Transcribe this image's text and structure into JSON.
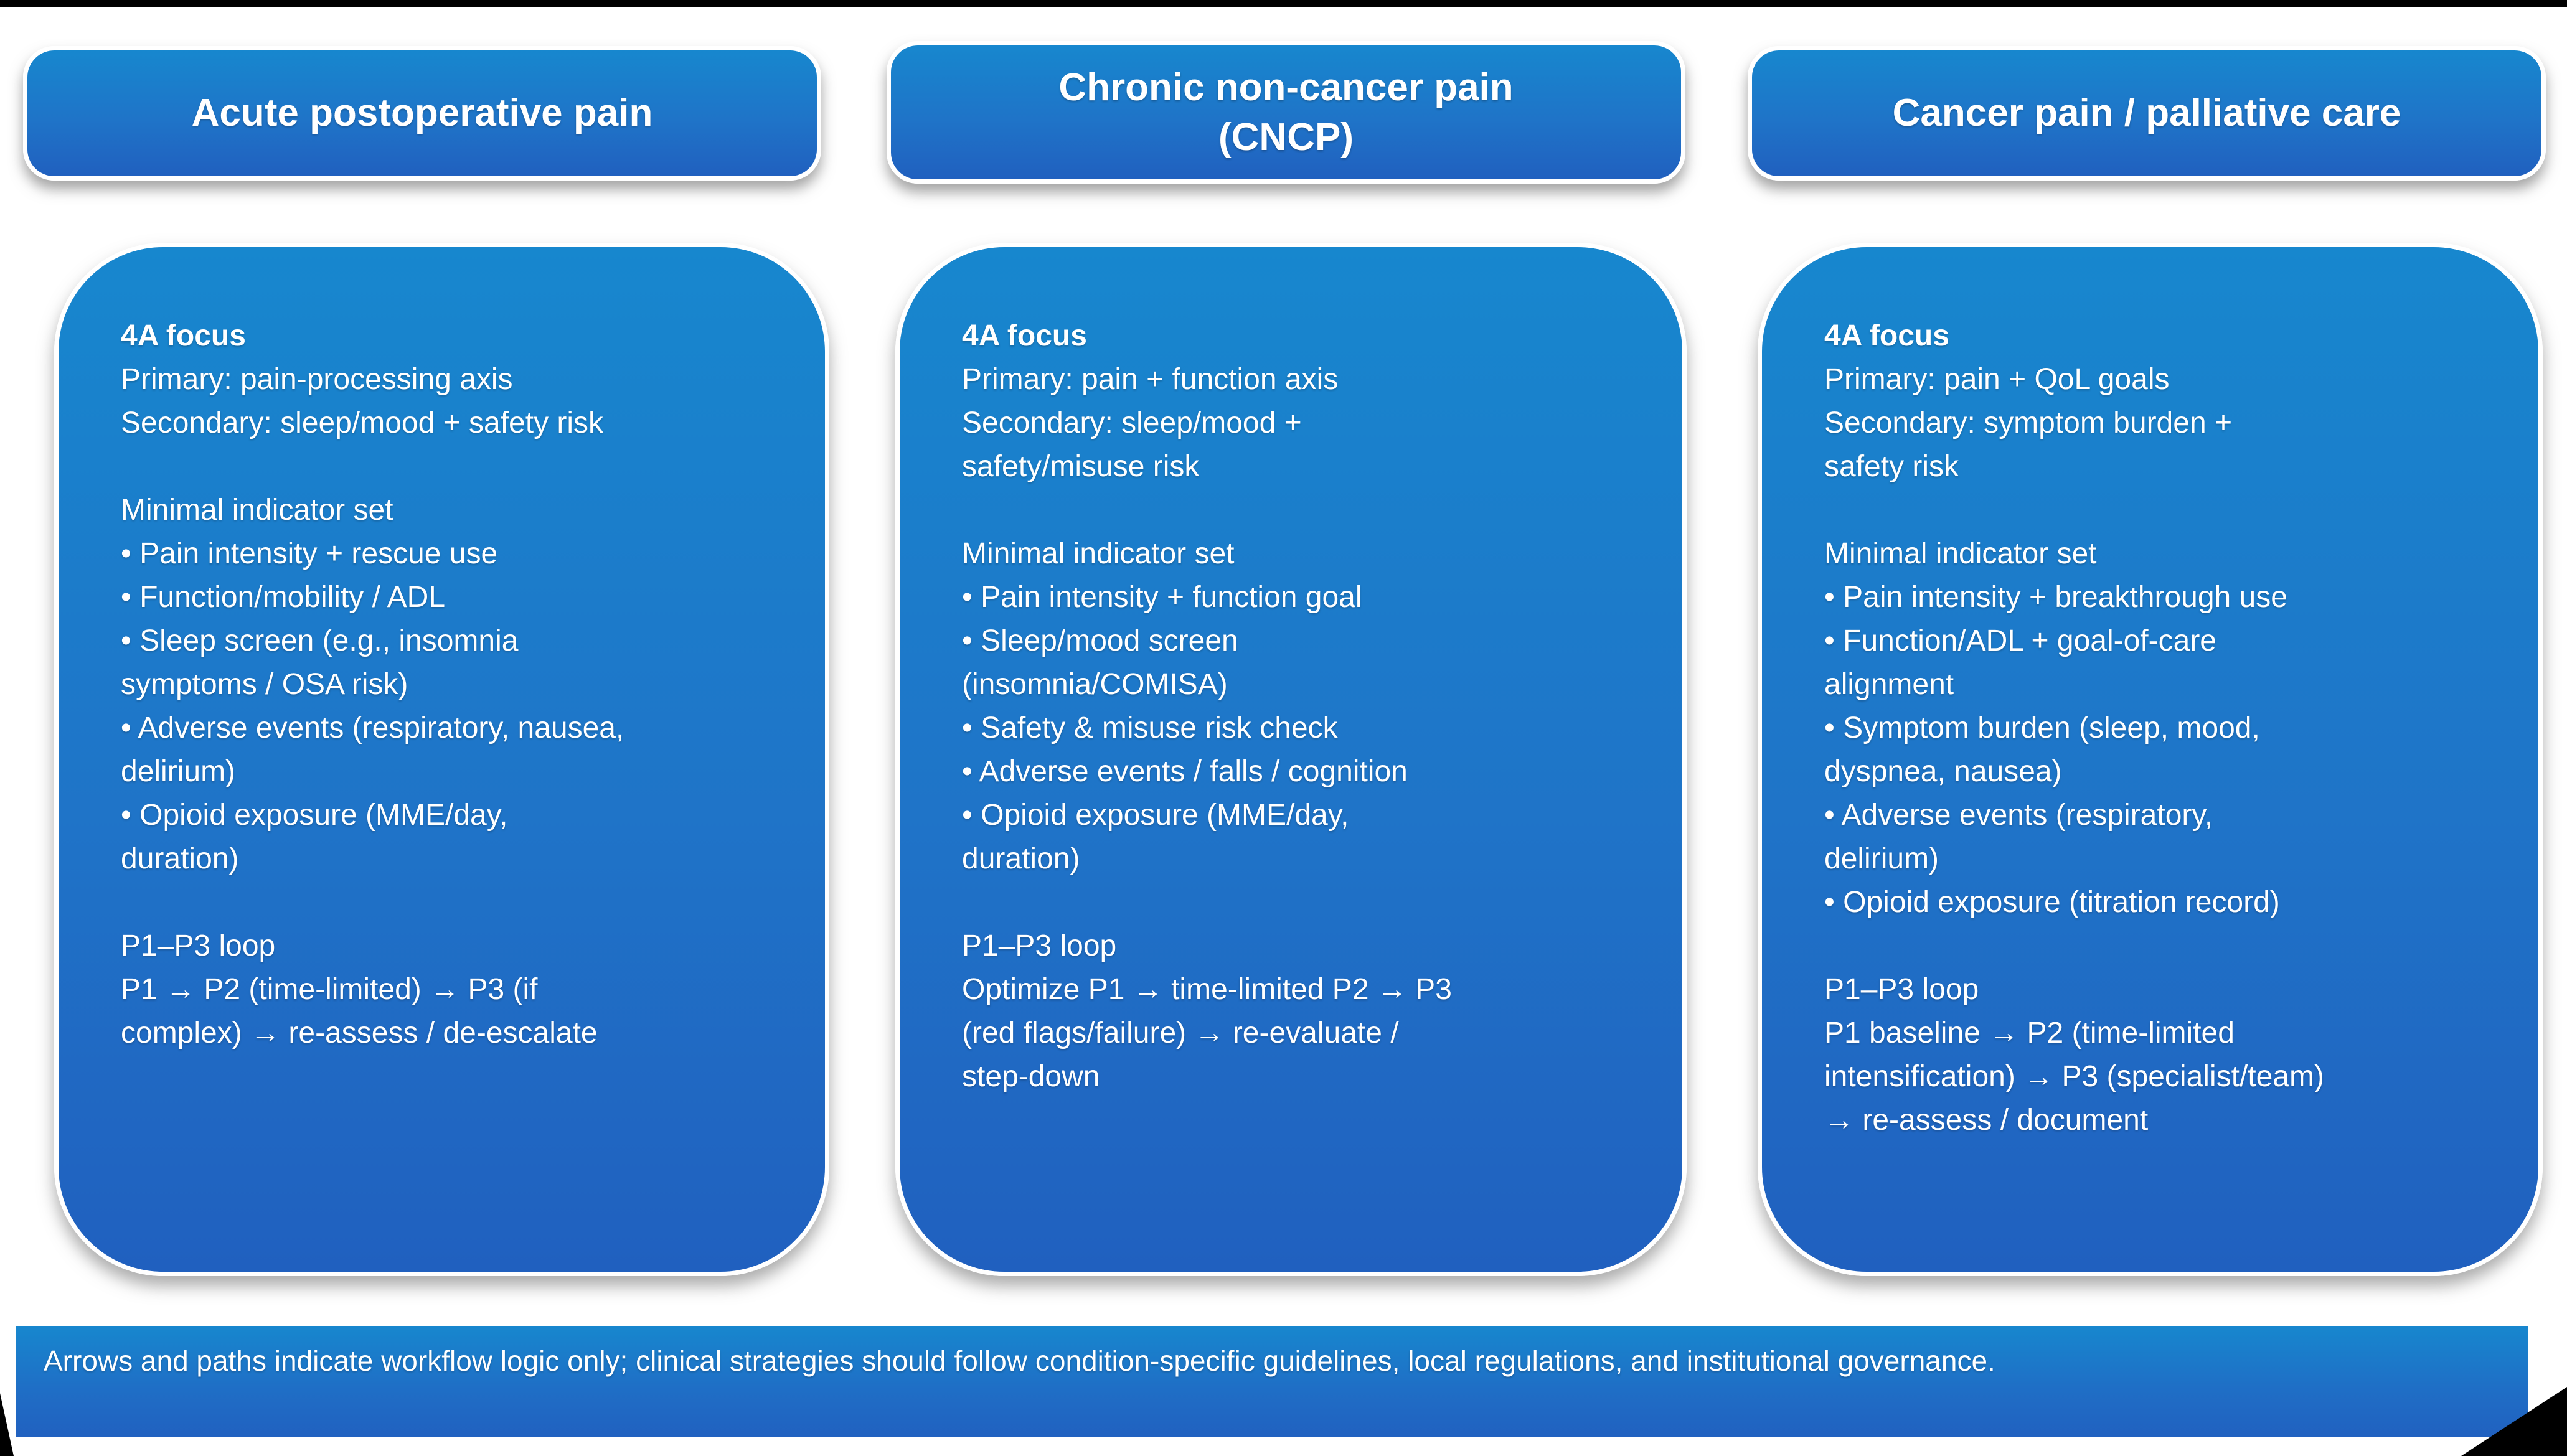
{
  "colors": {
    "background": "#ffffff",
    "box_gradient_top": "#1787ce",
    "box_gradient_bottom": "#2060bf",
    "box_border": "#ffffff",
    "text": "#ffffff",
    "frame_artifact": "#000000"
  },
  "columns": [
    {
      "id": "acute-postoperative-pain",
      "header_lines": [
        "Acute postoperative pain"
      ],
      "focus_lines": [
        "4A focus",
        "Primary: pain-processing axis",
        "Secondary: sleep/mood + safety risk"
      ],
      "indicator_lines": [
        "Minimal indicator set",
        "• Pain intensity + rescue use",
        "• Function/mobility / ADL",
        "• Sleep screen (e.g., insomnia",
        "symptoms / OSA risk)",
        "• Adverse events (respiratory, nausea,",
        "delirium)",
        "• Opioid exposure (MME/day,",
        "duration)"
      ],
      "loop_lines": [
        "P1–P3 loop",
        "P1 → P2 (time-limited) → P3 (if",
        "complex) → re-assess / de-escalate"
      ]
    },
    {
      "id": "chronic-non-cancer-pain",
      "header_lines": [
        "Chronic non-cancer pain",
        "(CNCP)"
      ],
      "focus_lines": [
        "4A focus",
        "Primary: pain + function axis",
        "Secondary: sleep/mood +",
        "safety/misuse risk"
      ],
      "indicator_lines": [
        "Minimal indicator set",
        "• Pain intensity + function goal",
        "• Sleep/mood screen",
        "(insomnia/COMISA)",
        "• Safety & misuse risk check",
        "• Adverse events / falls / cognition",
        "• Opioid exposure (MME/day,",
        "duration)"
      ],
      "loop_lines": [
        "P1–P3 loop",
        "Optimize P1 → time-limited P2 → P3",
        "(red flags/failure) → re-evaluate /",
        "step-down"
      ]
    },
    {
      "id": "cancer-pain-palliative-care",
      "header_lines": [
        "Cancer pain / palliative care"
      ],
      "focus_lines": [
        "4A focus",
        "Primary: pain + QoL goals",
        "Secondary: symptom burden +",
        "safety risk"
      ],
      "indicator_lines": [
        "Minimal indicator set",
        "• Pain intensity + breakthrough use",
        "• Function/ADL + goal-of-care",
        "alignment",
        "• Symptom burden (sleep, mood,",
        "dyspnea, nausea)",
        "• Adverse events (respiratory,",
        "delirium)",
        "• Opioid exposure (titration record)"
      ],
      "loop_lines": [
        "P1–P3 loop",
        "P1 baseline → P2 (time-limited",
        "intensification) → P3 (specialist/team)",
        "→ re-assess / document"
      ]
    }
  ],
  "footer": {
    "text": "Arrows and paths indicate workflow logic only; clinical strategies should follow condition-specific guidelines, local regulations, and institutional governance."
  }
}
